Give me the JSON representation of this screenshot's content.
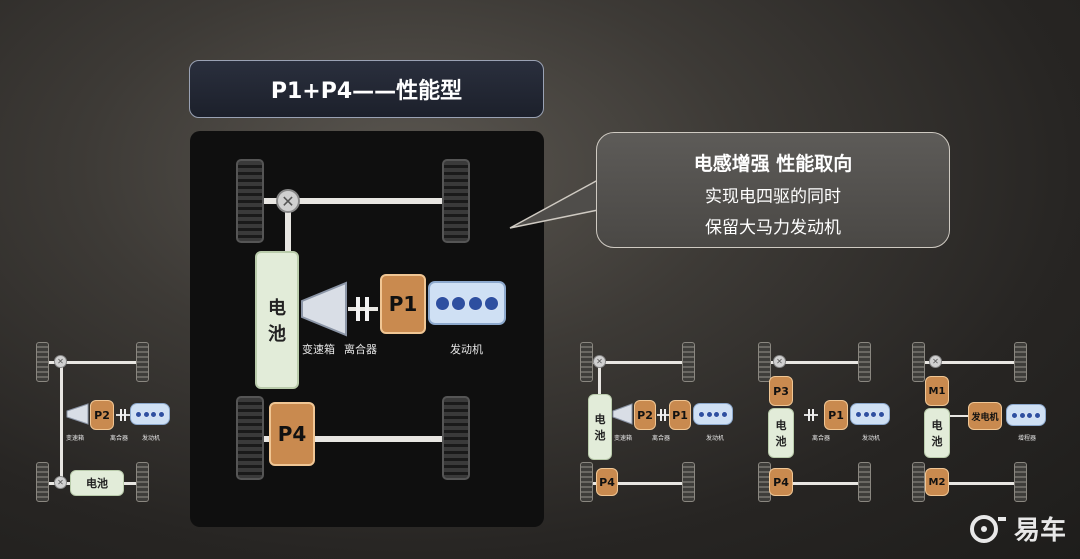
{
  "title": "P1+P4——性能型",
  "callout": {
    "heading": "电感增强 性能取向",
    "line1": "实现电四驱的同时",
    "line2": "保留大马力发动机"
  },
  "main_diagram": {
    "battery": "电\n池",
    "p1": "P1",
    "p4": "P4",
    "gearbox_label": "变速箱",
    "clutch_label": "离合器",
    "engine_label": "发动机"
  },
  "mini_p2": {
    "p2": "P2",
    "battery": "电池",
    "gearbox_label": "变速箱",
    "clutch_label": "离合器",
    "engine_label": "发动机"
  },
  "mini_p2p1p4": {
    "battery": "电\n池",
    "p2": "P2",
    "p1": "P1",
    "p4": "P4",
    "gearbox_label": "变速箱",
    "clutch_label": "离合器",
    "engine_label": "发动机"
  },
  "mini_p1p3p4": {
    "p3": "P3",
    "battery": "电\n池",
    "p1": "P1",
    "p4": "P4",
    "clutch_label": "离合器",
    "engine_label": "发动机"
  },
  "mini_series": {
    "m1": "M1",
    "battery": "电\n池",
    "generator": "发电机",
    "m2": "M2",
    "engine_label": "增程器"
  },
  "watermark": "易车",
  "colors": {
    "motor": "#c98a4f",
    "battery": "#e2ecd9",
    "engine": "#cfe0f4",
    "cylinder": "#2e4fa0"
  }
}
